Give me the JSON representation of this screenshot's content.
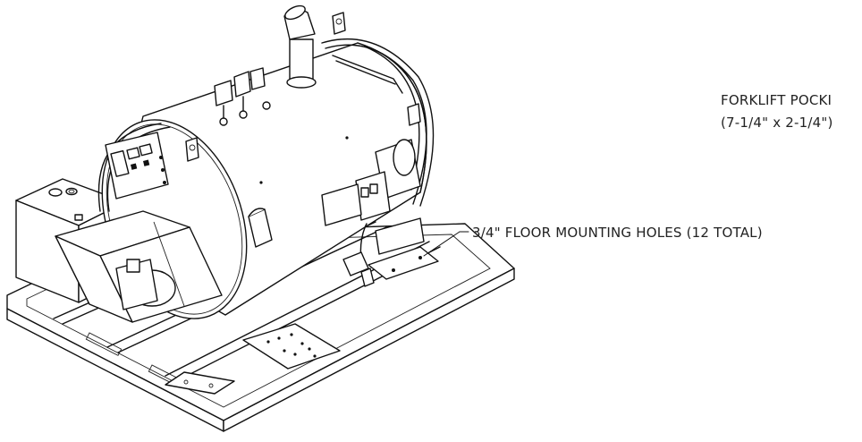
{
  "annotations": {
    "forklift_line1": "FORKLIFT POCKI",
    "forklift_line2": "(7-1/4\" x 2-1/4\")",
    "floor_holes": "3/4\" FLOOR MOUNTING HOLES (12 TOTAL)"
  }
}
